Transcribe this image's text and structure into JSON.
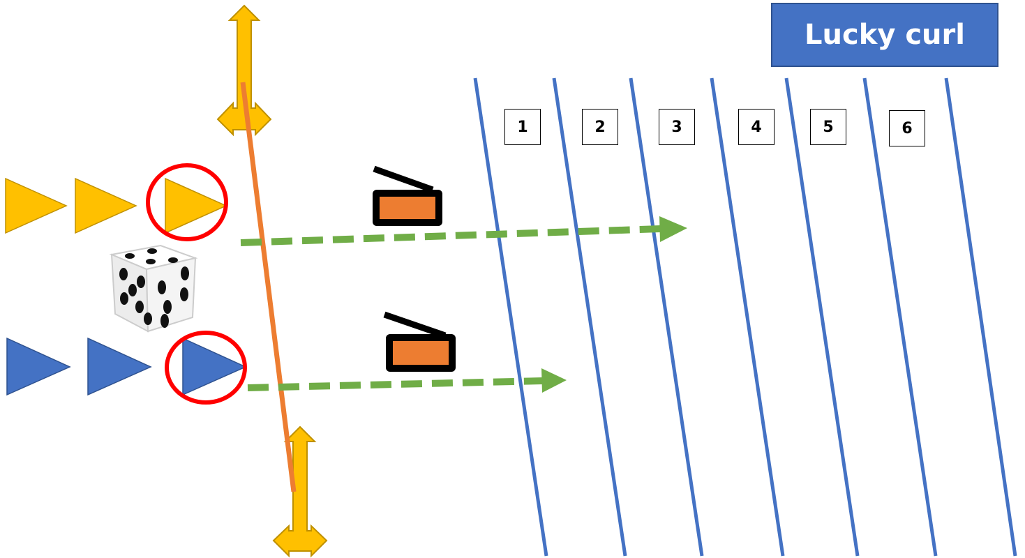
{
  "title": "Lucky curl",
  "lane_labels": [
    "1",
    "2",
    "3",
    "4",
    "5",
    "6"
  ],
  "colors": {
    "title_background": "#4472c4",
    "lane_line": "#4472c4",
    "yellow_team": "#ffc000",
    "blue_team": "#4472c4",
    "selection_ring": "#ff0000",
    "trajectory": "#70ad47",
    "pivot_line": "#ed7d31",
    "sweeper_body": "#ed7d31"
  },
  "icons": {
    "die": "die-icon",
    "sweeper": "broom-sweeper-icon",
    "double_arrow": "double-arrow-icon"
  }
}
